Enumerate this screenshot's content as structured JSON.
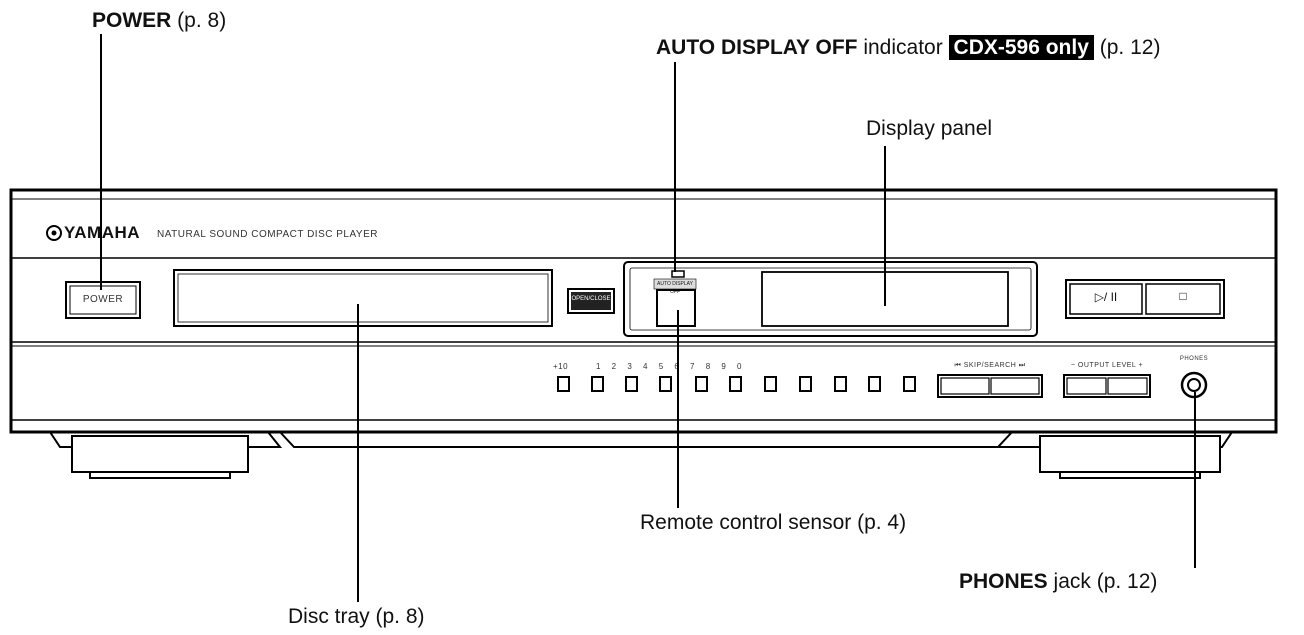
{
  "callouts": {
    "power": {
      "strong": "POWER",
      "rest": " (p. 8)"
    },
    "auto_display": {
      "strong": "AUTO DISPLAY OFF",
      "rest": " indicator ",
      "badge": "CDX-596 only",
      "page": " (p. 12)"
    },
    "display_panel": {
      "text": "Display panel"
    },
    "remote_sensor": {
      "text": "Remote control sensor (p. 4)"
    },
    "phones": {
      "strong": "PHONES",
      "rest": " jack (p. 12)"
    },
    "disc_tray": {
      "text": "Disc tray (p. 8)"
    }
  },
  "device": {
    "brand": "YAMAHA",
    "model_line": "NATURAL SOUND   COMPACT DISC PLAYER",
    "power_label": "POWER",
    "open_close_label": "OPEN/CLOSE",
    "auto_label": "AUTO DISPLAY OFF",
    "play_pause_label": "▷/ II",
    "stop_label": "□",
    "ten_label": "+10",
    "numbers_label": "1  2  3  4  5  6  7  8  9  0",
    "skip_search_label": "⏮  SKIP/SEARCH  ⏭",
    "output_level_label": "−  OUTPUT LEVEL  +",
    "phones_label": "PHONES"
  }
}
